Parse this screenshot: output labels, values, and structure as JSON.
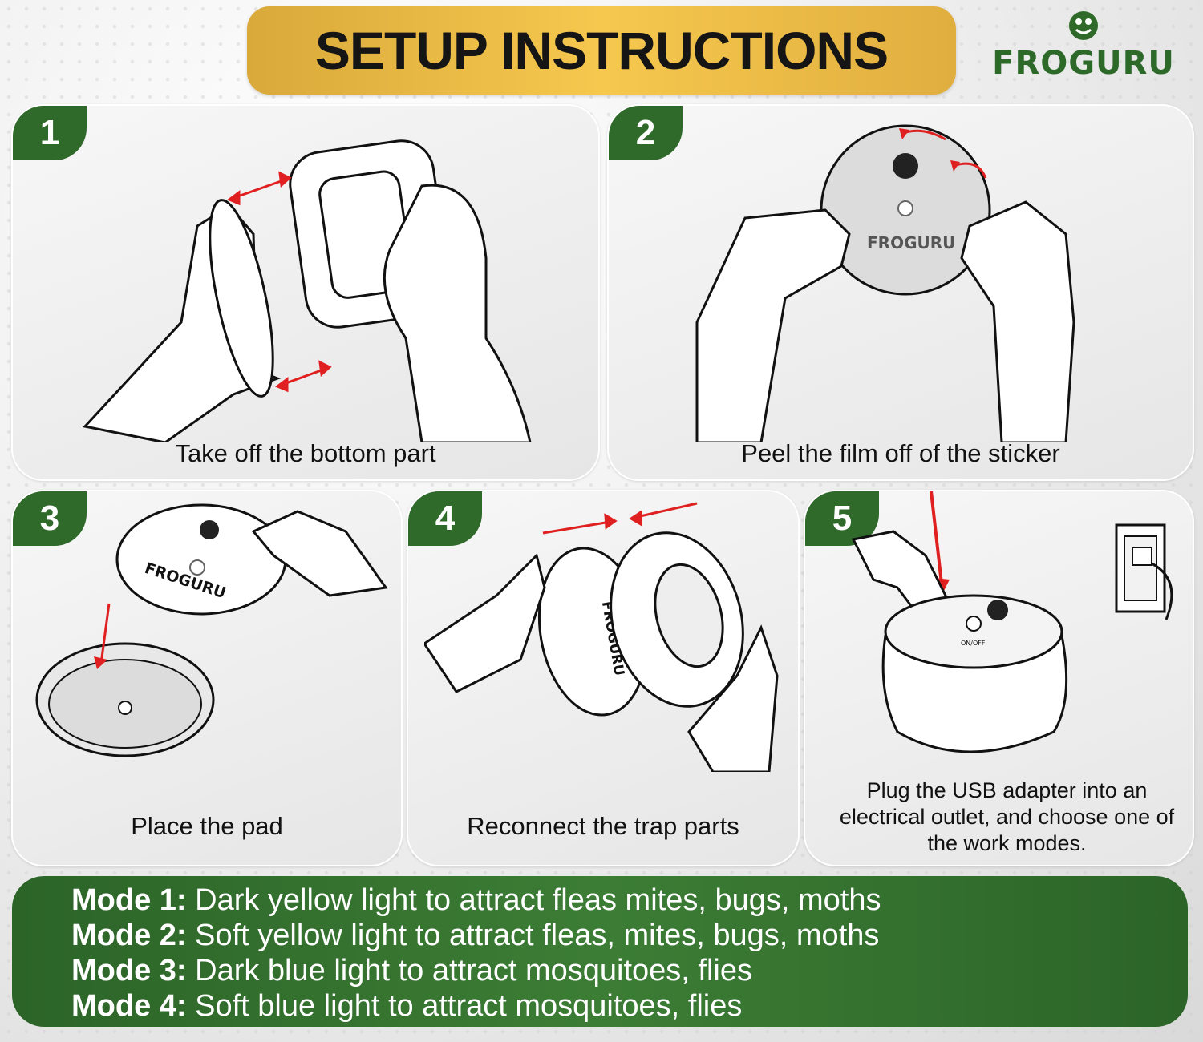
{
  "title": "SETUP INSTRUCTIONS",
  "brand": "FROGURU",
  "steps": [
    {
      "number": "1",
      "caption": "Take off the bottom part"
    },
    {
      "number": "2",
      "caption": "Peel the film off of the sticker",
      "sticker_text": "FROGURU"
    },
    {
      "number": "3",
      "caption": "Place the pad",
      "pad_text": "FROGURU"
    },
    {
      "number": "4",
      "caption": "Reconnect the trap parts",
      "trap_text": "FROGURU"
    },
    {
      "number": "5",
      "caption": "Plug the USB adapter into an electrical outlet, and choose one of the work modes.",
      "button_text": "ON/OFF"
    }
  ],
  "modes": [
    {
      "label": "Mode 1:",
      "text": "Dark yellow light to attract fleas mites, bugs, moths"
    },
    {
      "label": "Mode 2:",
      "text": "Soft yellow light to attract fleas, mites, bugs, moths"
    },
    {
      "label": "Mode 3:",
      "text": "Dark blue light to attract mosquitoes, flies"
    },
    {
      "label": "Mode 4:",
      "text": "Soft blue light to attract mosquitoes, flies"
    }
  ],
  "colors": {
    "brand_green": "#2f6a2b",
    "banner_gold": "#f6c84e",
    "arrow_red": "#e02020"
  }
}
